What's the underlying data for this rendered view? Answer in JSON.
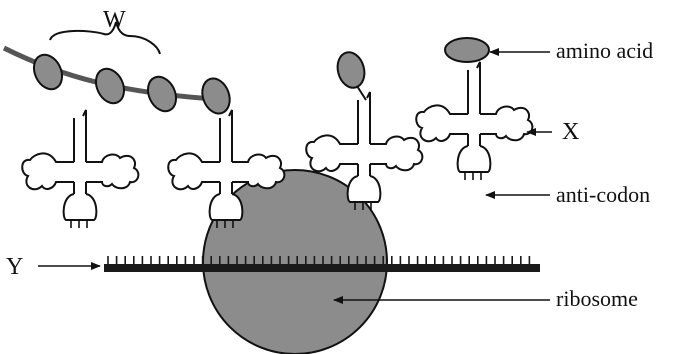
{
  "labels": {
    "w": "W",
    "x": "X",
    "y": "Y",
    "amino_acid": "amino acid",
    "anti_codon": "anti-codon",
    "ribosome": "ribosome"
  },
  "colors": {
    "stroke": "#111111",
    "grey_fill": "#8c8c8c",
    "chain": "#555555",
    "mrna": "#1a1a1a"
  }
}
